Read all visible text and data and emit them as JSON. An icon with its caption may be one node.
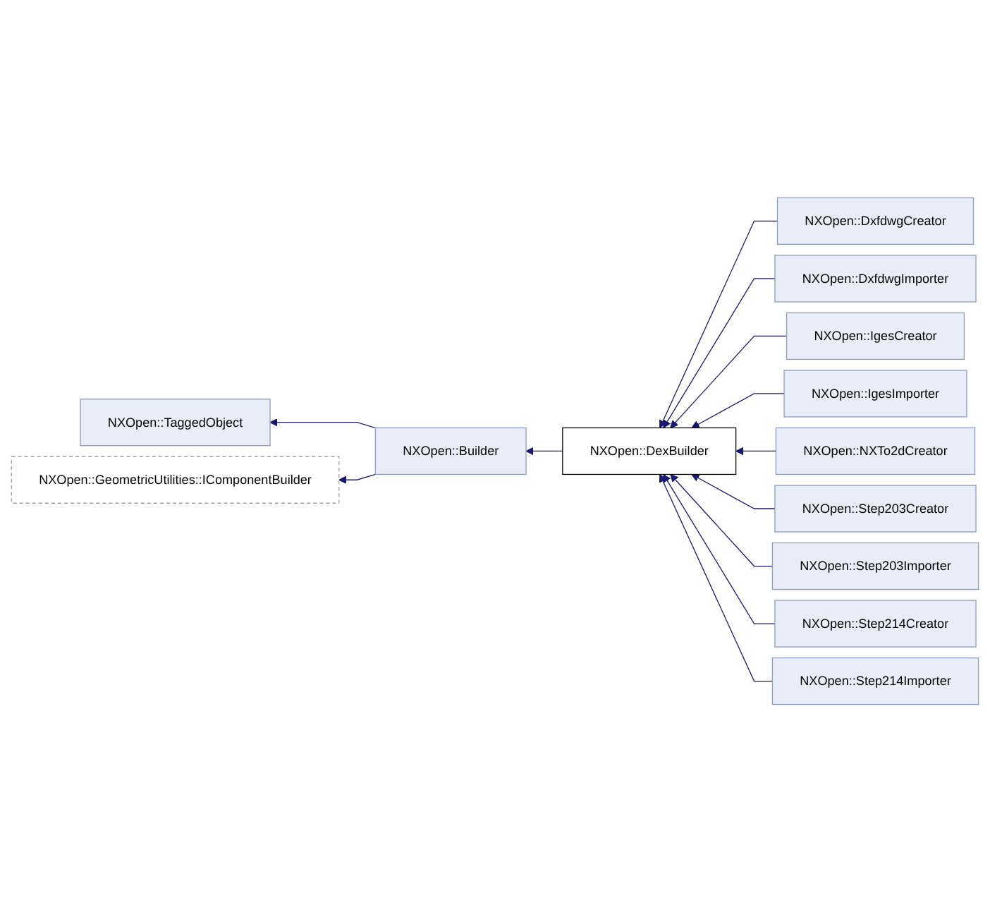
{
  "diagram": {
    "nodes": [
      {
        "text": [
          "NXOpen::TaggedObject"
        ]
      },
      {
        "text": [
          "NXOpen::GeometricUtilities::IComponentBuilder"
        ]
      },
      {
        "text": [
          "NXOpen::Builder"
        ]
      },
      {
        "text": [
          "NXOpen::DexBuilder"
        ]
      },
      {
        "text": [
          "NXOpen::DxfdwgCreator"
        ]
      },
      {
        "text": [
          "NXOpen::DxfdwgImporter"
        ]
      },
      {
        "text": [
          "NXOpen::IgesCreator"
        ]
      },
      {
        "text": [
          "NXOpen::IgesImporter"
        ]
      },
      {
        "text": [
          "NXOpen::NXTo2dCreator"
        ]
      },
      {
        "text": [
          "NXOpen::Step203Creator"
        ]
      },
      {
        "text": [
          "NXOpen::Step203Importer"
        ]
      },
      {
        "text": [
          "NXOpen::Step214Creator"
        ]
      },
      {
        "text": [
          "NXOpen::Step214Importer"
        ]
      }
    ],
    "edges": [
      {
        "from": 2,
        "to": 0,
        "arrow": "to"
      },
      {
        "from": 2,
        "to": 1,
        "arrow": "to"
      },
      {
        "from": 3,
        "to": 2,
        "arrow": "to"
      },
      {
        "from": 4,
        "to": 3,
        "arrow": "to"
      },
      {
        "from": 5,
        "to": 3,
        "arrow": "to"
      },
      {
        "from": 6,
        "to": 3,
        "arrow": "to"
      },
      {
        "from": 7,
        "to": 3,
        "arrow": "to"
      },
      {
        "from": 8,
        "to": 3,
        "arrow": "to"
      },
      {
        "from": 9,
        "to": 3,
        "arrow": "to"
      },
      {
        "from": 10,
        "to": 3,
        "arrow": "to"
      },
      {
        "from": 11,
        "to": 3,
        "arrow": "to"
      },
      {
        "from": 12,
        "to": 3,
        "arrow": "to"
      }
    ]
  }
}
